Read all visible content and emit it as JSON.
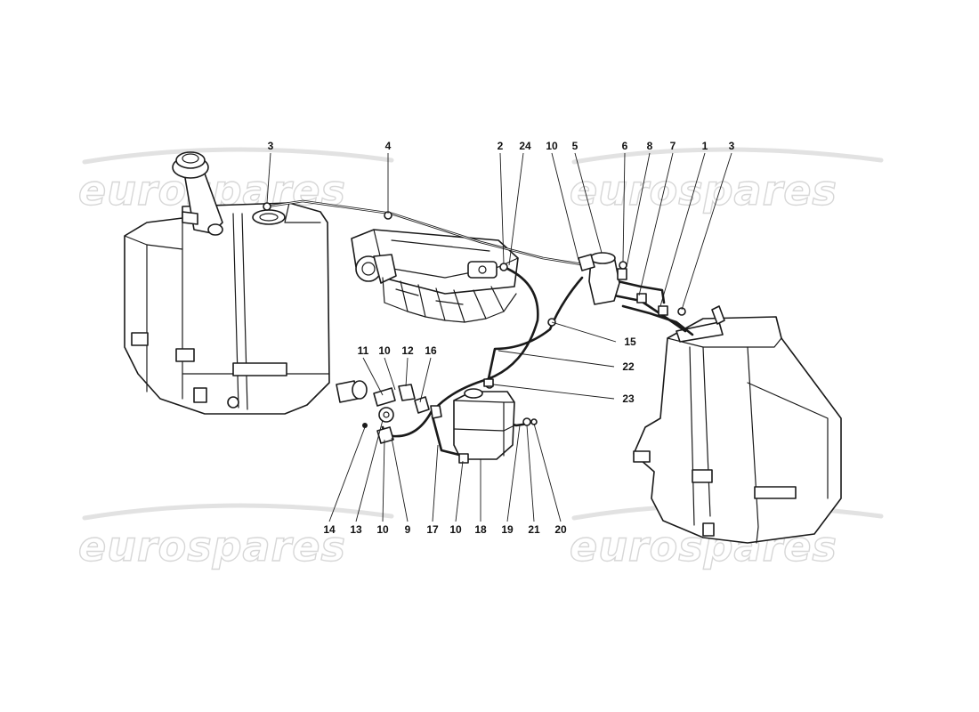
{
  "watermark": {
    "text": "eurospares"
  },
  "callouts": {
    "c1": "1",
    "c2": "2",
    "c3a": "3",
    "c3b": "3",
    "c4": "4",
    "c5": "5",
    "c6": "6",
    "c7": "7",
    "c8": "8",
    "c9": "9",
    "c10a": "10",
    "c10b": "10",
    "c10c": "10",
    "c10d": "10",
    "c11": "11",
    "c12": "12",
    "c13": "13",
    "c14": "14",
    "c15": "15",
    "c16": "16",
    "c17": "17",
    "c18": "18",
    "c19": "19",
    "c20": "20",
    "c21": "21",
    "c22": "22",
    "c23": "23",
    "c24": "24"
  },
  "colors": {
    "line": "#1a1a1a",
    "watermark": "#d7d7d7",
    "background": "#ffffff"
  }
}
